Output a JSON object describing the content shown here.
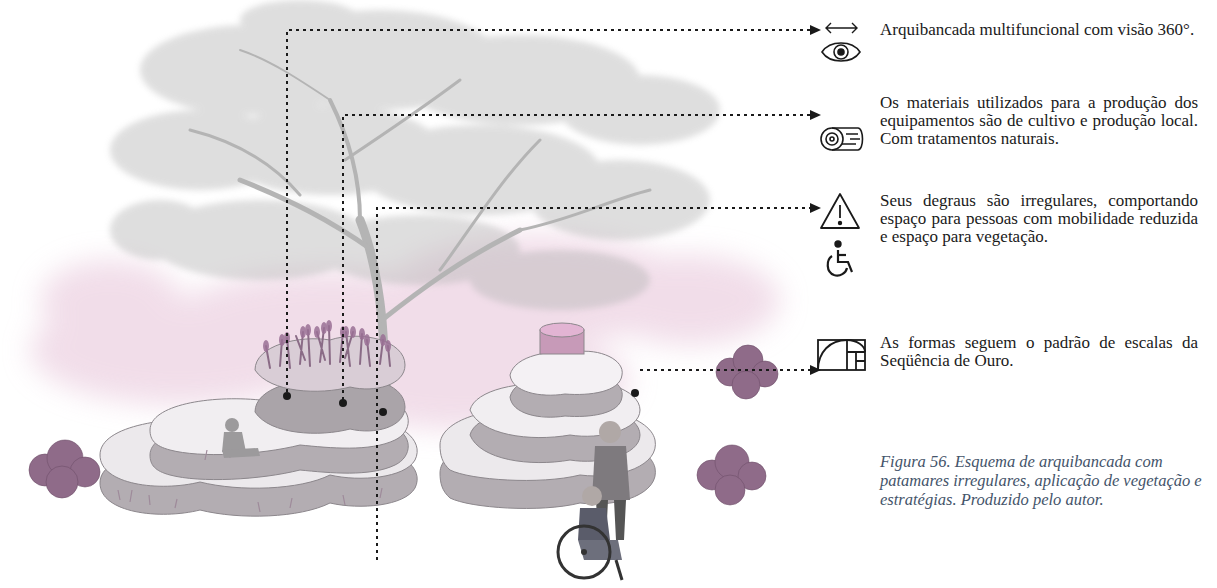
{
  "diagram": {
    "caption": "Figura 56. Esquema de arquibancada com patamares irregulares, aplicação de vegetação e estratégias. Produzido pelo autor.",
    "labels": [
      "Arquibancada multifuncional com visão 360°.",
      "Os materiais utilizados para a produção dos equipamentos são de cultivo e produção local. Com tratamentos naturais.",
      "Seus degraus são irregulares, comportando espaço para pessoas com mobilidade reduzida e espaço para vegetação.",
      "As formas seguem o padrão de escalas da Seqüência de Ouro."
    ]
  }
}
